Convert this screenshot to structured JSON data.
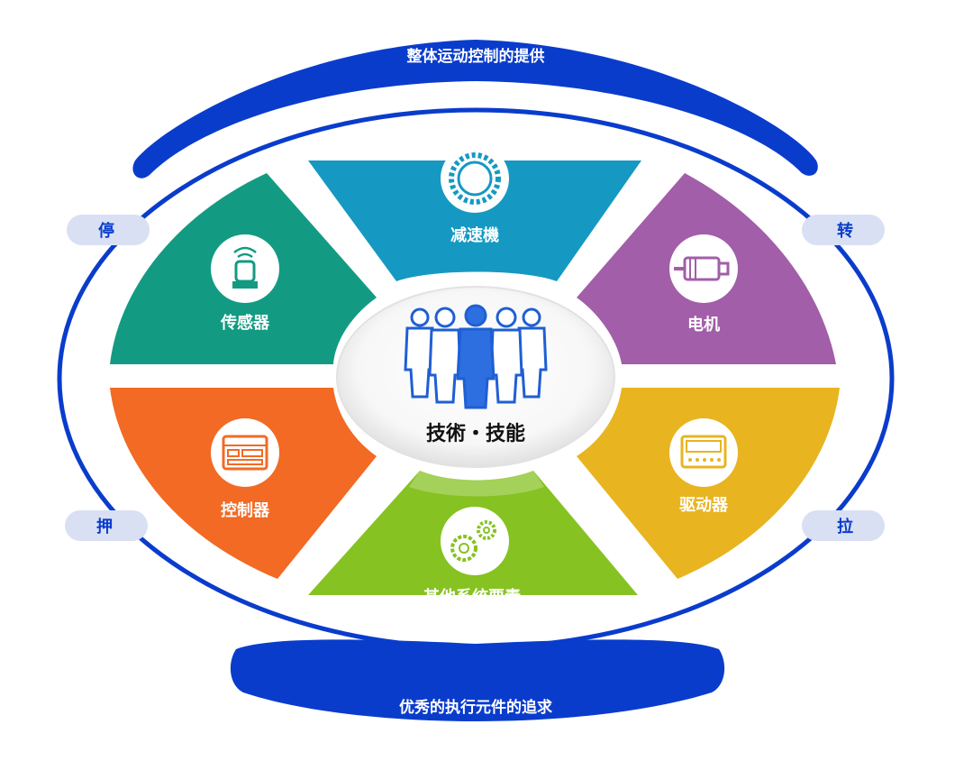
{
  "top_banner": {
    "label": "整体运动控制的提供",
    "color": "#0a3ccc"
  },
  "bottom_banner": {
    "label": "优秀的执行元件的追求",
    "color": "#0a3ccc"
  },
  "center": {
    "label": "技術・技能"
  },
  "side_tags": {
    "top_left": "停",
    "bottom_left": "押",
    "top_right": "转",
    "bottom_right": "拉"
  },
  "segments": {
    "reducer": {
      "label": "减速機",
      "icon": "gear-ring-icon",
      "color": "#1599c2"
    },
    "motor": {
      "label": "电机",
      "icon": "motor-icon",
      "color": "#a25ea8"
    },
    "driver": {
      "label": "驱动器",
      "icon": "display-panel-icon",
      "color": "#e8b420"
    },
    "other": {
      "label": "其他系统要素",
      "icon": "gears-icon",
      "color": "#86c222"
    },
    "controller": {
      "label": "控制器",
      "icon": "controller-icon",
      "color": "#f26a24"
    },
    "sensor": {
      "label": "传感器",
      "icon": "sensor-icon",
      "color": "#129b82"
    }
  },
  "colors": {
    "ring": "#0a3ccc",
    "tag_bg": "#d9e0f4",
    "tag_text": "#0a3ccc",
    "people": "#1f5fd4"
  }
}
